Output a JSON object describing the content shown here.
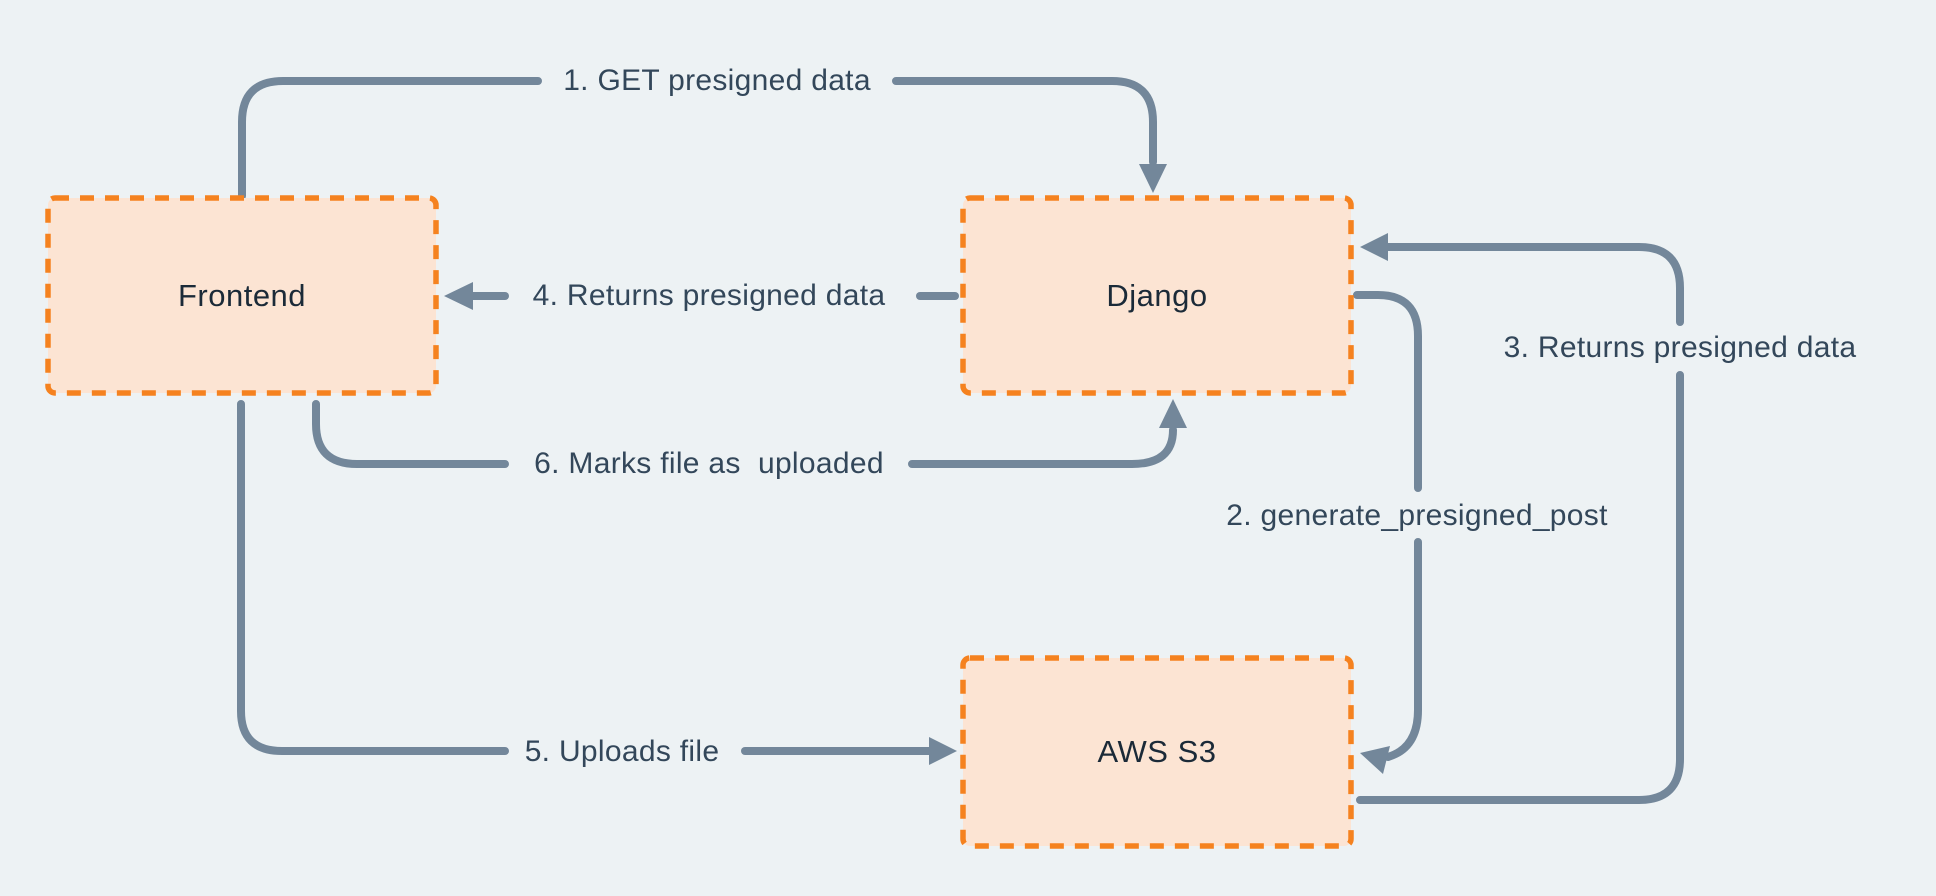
{
  "diagram": {
    "description": "Presigned upload flow between Frontend, Django and AWS S3",
    "colors": {
      "background": "#edf2f4",
      "node_fill": "#fce4d3",
      "node_border": "#f5821f",
      "connector": "#73879a",
      "connector_label_text": "#33475a",
      "node_label_text": "#1b2a38"
    },
    "nodes": [
      {
        "id": "frontend",
        "label": "Frontend"
      },
      {
        "id": "django",
        "label": "Django"
      },
      {
        "id": "aws-s3",
        "label": "AWS S3"
      }
    ],
    "connectors": [
      {
        "id": "1",
        "label": "1. GET presigned data",
        "from": "Frontend",
        "to": "Django"
      },
      {
        "id": "2",
        "label": "2. generate_presigned_post",
        "from": "Django",
        "to": "AWS S3"
      },
      {
        "id": "3",
        "label": "3. Returns presigned data",
        "from": "AWS S3",
        "to": "Django"
      },
      {
        "id": "4",
        "label": "4. Returns presigned data",
        "from": "Django",
        "to": "Frontend"
      },
      {
        "id": "5",
        "label": "5. Uploads file",
        "from": "Frontend",
        "to": "AWS S3"
      },
      {
        "id": "6",
        "label": "6. Marks file as  uploaded",
        "from": "Frontend",
        "to": "Django"
      }
    ]
  }
}
